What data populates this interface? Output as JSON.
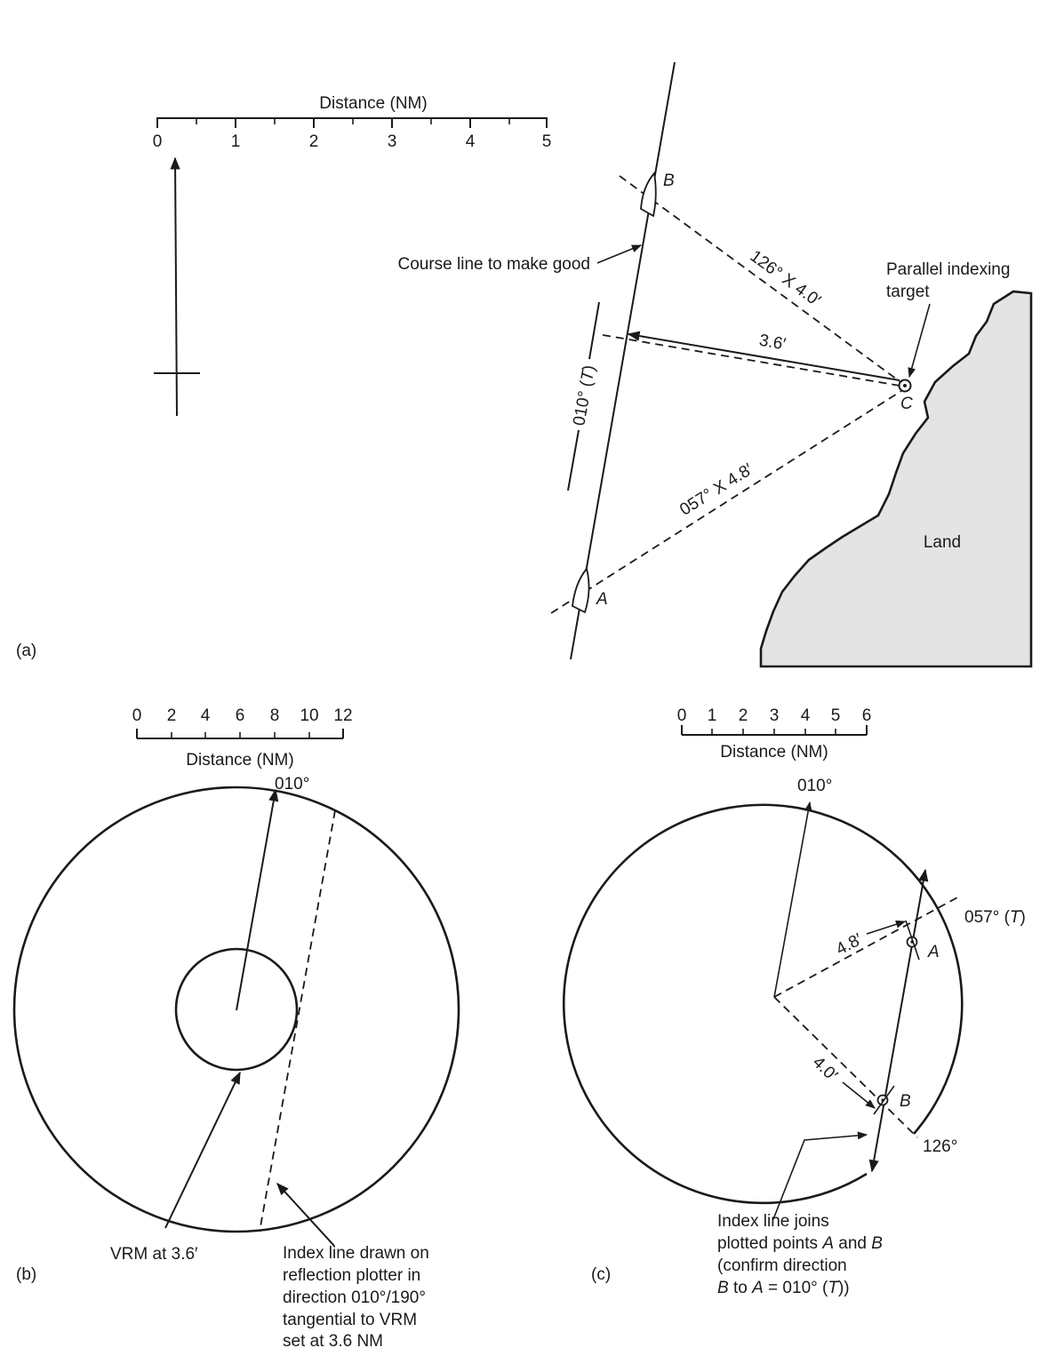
{
  "panel_a": {
    "label": "(a)",
    "scale": {
      "title": "Distance (NM)",
      "ticks": [
        "0",
        "1",
        "2",
        "3",
        "4",
        "5"
      ]
    },
    "course_line_label": "Course line to make good",
    "course_text": "010° (",
    "course_T": "T",
    "course_close": ")",
    "bearing_b": "126° X 4.0′",
    "bearing_a": "057° X 4.8′",
    "index_distance": "3.6′",
    "target_label_1": "Parallel indexing",
    "target_label_2": "target",
    "point_a": "A",
    "point_b": "B",
    "point_c": "C",
    "land": "Land",
    "land_color": "#e4e4e4"
  },
  "panel_b": {
    "label": "(b)",
    "scale": {
      "title": "Distance (NM)",
      "ticks": [
        "0",
        "2",
        "4",
        "6",
        "8",
        "10",
        "12"
      ]
    },
    "heading": "010°",
    "vrm": "VRM at 3.6′",
    "note": [
      "Index line drawn on",
      "reflection plotter in",
      "direction 010°/190°",
      "tangential to VRM",
      "set at 3.6 NM"
    ]
  },
  "panel_c": {
    "label": "(c)",
    "scale": {
      "title": "Distance (NM)",
      "ticks": [
        "0",
        "1",
        "2",
        "3",
        "4",
        "5",
        "6"
      ]
    },
    "heading": "010°",
    "bearing_057": "057° (",
    "bearing_057_T": "T",
    "bearing_057_close": ")",
    "bearing_126": "126°",
    "dist_a": "4.8′",
    "dist_b": "4.0′",
    "point_a": "A",
    "point_b": "B",
    "note_1": "Index line joins",
    "note_2_pre": "plotted points ",
    "note_2_a": "A",
    "note_2_mid": " and ",
    "note_2_b": "B",
    "note_3": "(confirm direction",
    "note_4_b": "B",
    "note_4_mid": " to ",
    "note_4_a": "A",
    "note_4_post": " = 010° (",
    "note_4_T": "T",
    "note_4_close": "))"
  }
}
